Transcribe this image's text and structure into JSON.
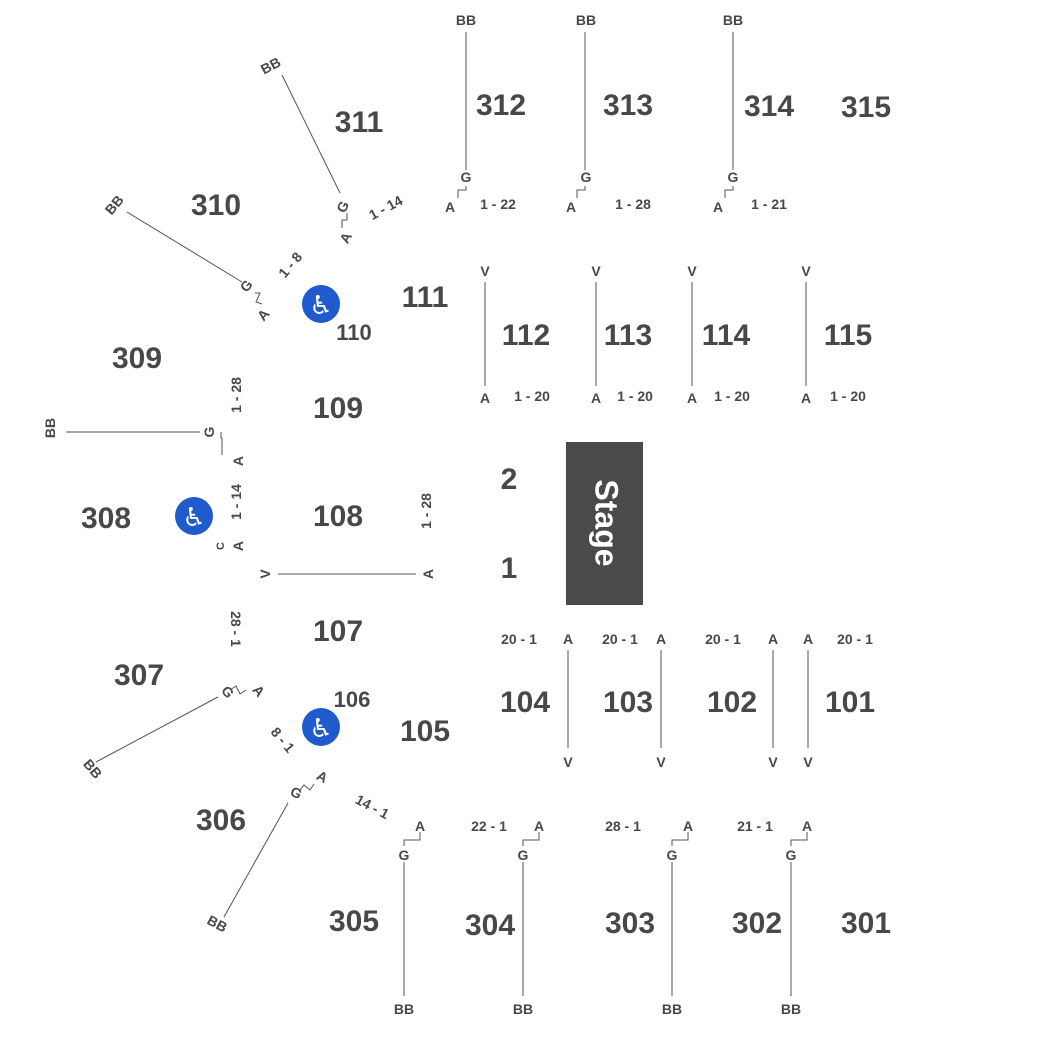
{
  "colors": {
    "text": "#484848",
    "stage": "#4a4a4a",
    "accessible": "#1f5bcc",
    "line": "#555555"
  },
  "stage": {
    "label": "Stage"
  },
  "floor": {
    "row_1": "1",
    "row_2": "2"
  },
  "sections": {
    "s101": "101",
    "s102": "102",
    "s103": "103",
    "s104": "104",
    "s105": "105",
    "s106": "106",
    "s107": "107",
    "s108": "108",
    "s109": "109",
    "s110": "110",
    "s111": "111",
    "s112": "112",
    "s113": "113",
    "s114": "114",
    "s115": "115",
    "s301": "301",
    "s302": "302",
    "s303": "303",
    "s304": "304",
    "s305": "305",
    "s306": "306",
    "s307": "307",
    "s308": "308",
    "s309": "309",
    "s310": "310",
    "s311": "311",
    "s312": "312",
    "s313": "313",
    "s314": "314",
    "s315": "315"
  },
  "row_labels": {
    "A": "A",
    "V": "V",
    "G": "G",
    "BB": "BB",
    "C": "C"
  },
  "ranges": {
    "r312": "1 - 22",
    "r313": "1 - 28",
    "r314": "1 - 21",
    "r311": "1 - 14",
    "r310": "1 - 8",
    "r112": "1 - 20",
    "r113": "1 - 20",
    "r114": "1 - 20",
    "r115": "1 - 20",
    "r309": "1 - 28",
    "r308": "1 - 14",
    "r108": "1 - 28",
    "r307": "28 - 1",
    "r104": "20 - 1",
    "r103": "20 - 1",
    "r102": "20 - 1",
    "r101": "20 - 1",
    "r306": "8 - 1",
    "r305": "14 - 1",
    "r304": "22 - 1",
    "r303": "28 - 1",
    "r302": "21 - 1"
  },
  "accessible_icons": {
    "symbol": "♿"
  }
}
